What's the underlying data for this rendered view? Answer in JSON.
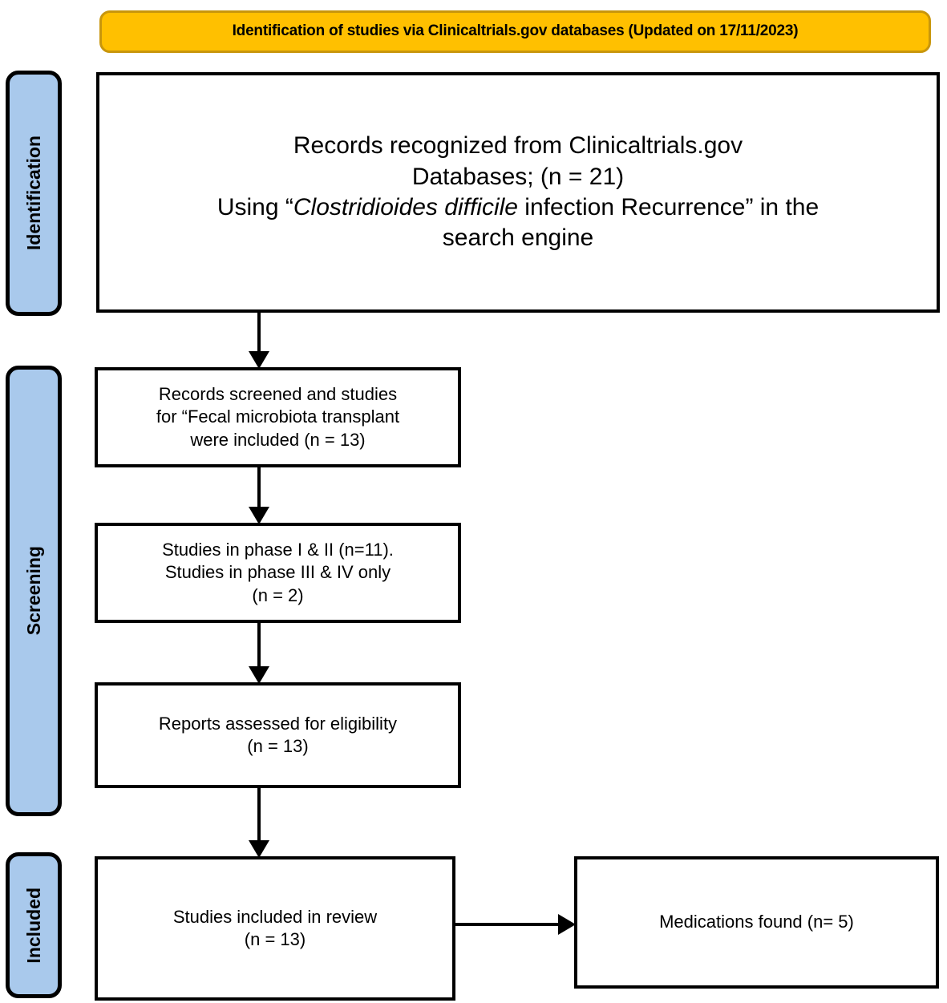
{
  "banner": {
    "text": "Identification of studies via Clinicaltrials.gov databases (Updated on 17/11/2023)"
  },
  "stages": [
    {
      "id": "identification",
      "label": "Identification"
    },
    {
      "id": "screening",
      "label": "Screening"
    },
    {
      "id": "included",
      "label": "Included"
    }
  ],
  "boxes": {
    "records": {
      "line1": "Records recognized from Clinicaltrials.gov",
      "line2": "Databases; (n = 21)",
      "line3_pre": "Using “",
      "line3_italic": "Clostridioides difficile",
      "line3_post": " infection Recurrence” in the",
      "line4": "search engine",
      "count": 21
    },
    "screened": {
      "line1": "Records screened and studies",
      "line2": "for “Fecal microbiota transplant",
      "line3": "were included (n = 13)",
      "count": 13
    },
    "phases": {
      "line1": "Studies in phase I & II (n=11).",
      "line2": "Studies in phase III & IV only",
      "line3": "(n = 2)",
      "count_phase_i_ii": 11,
      "count_phase_iii_iv": 2
    },
    "eligibility": {
      "line1": "Reports assessed for eligibility",
      "line2": "(n = 13)",
      "count": 13
    },
    "included": {
      "line1": "Studies included in review",
      "line2": "(n = 13)",
      "count": 13
    },
    "medications": {
      "line1": "Medications found (n= 5)",
      "count": 5
    }
  },
  "colors": {
    "banner_fill": "#FFC000",
    "banner_border": "#C8960C",
    "stage_fill": "#A9C9EC",
    "stage_border": "#000000",
    "box_border": "#000000",
    "box_fill": "#FFFFFF",
    "arrow": "#000000",
    "text": "#000000"
  }
}
